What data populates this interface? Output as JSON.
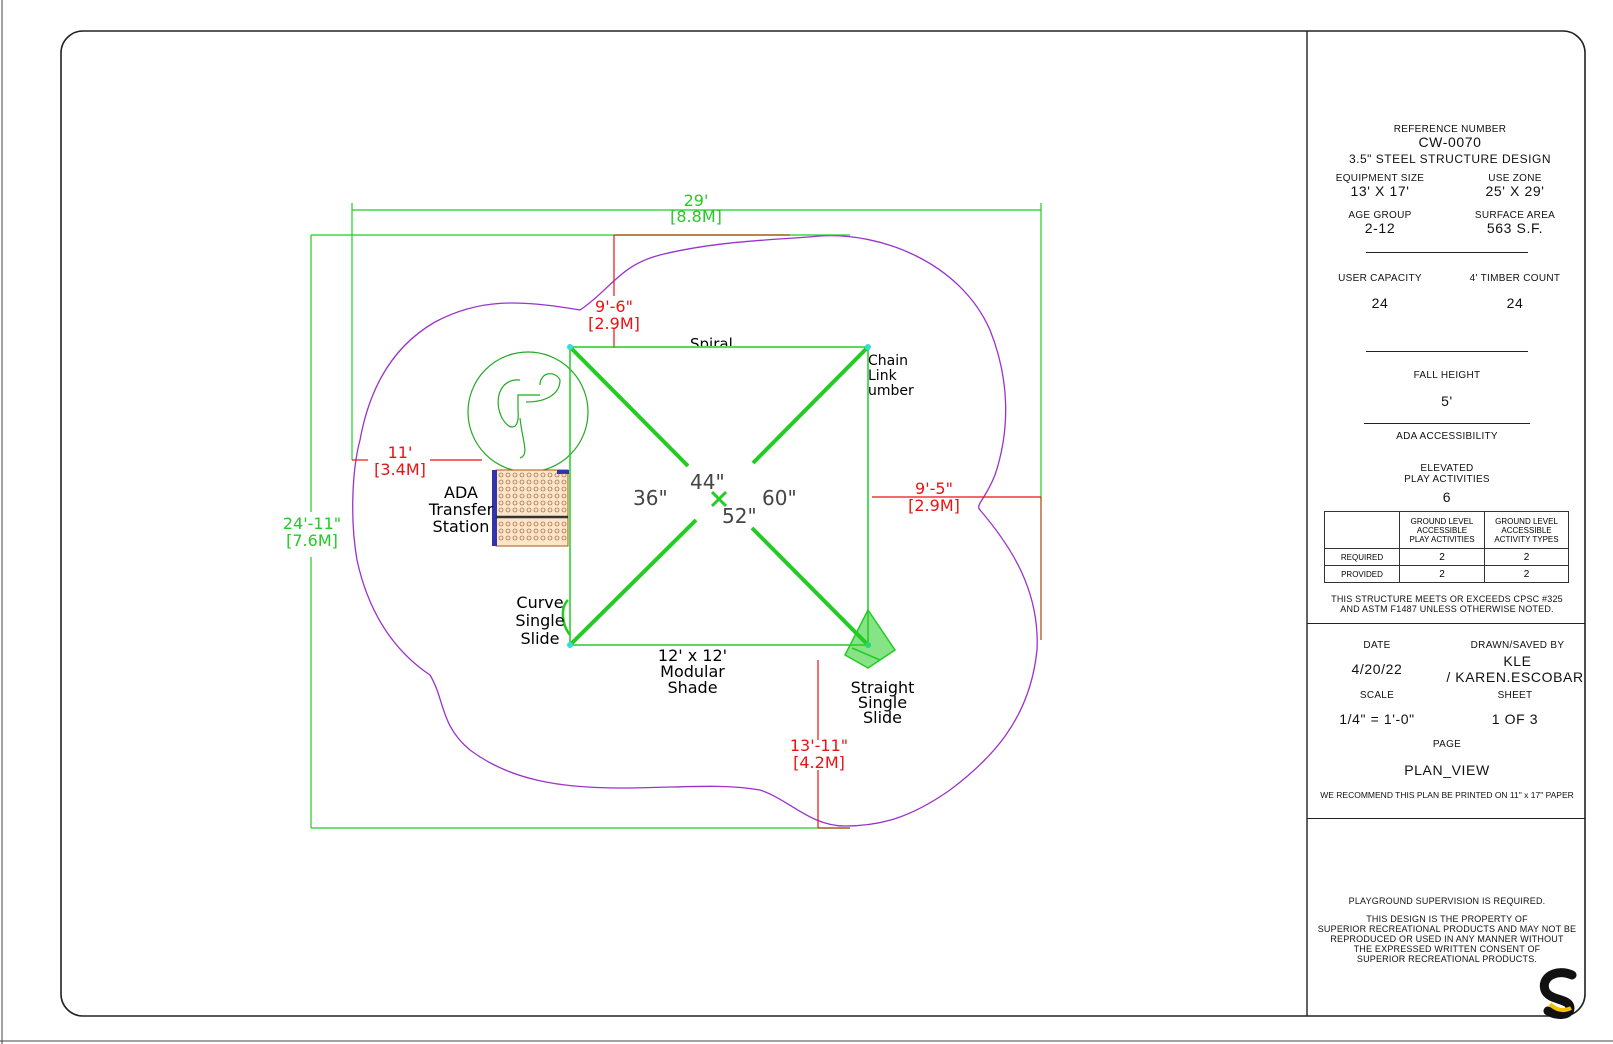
{
  "drawing": {
    "labels": {
      "spiral": "Spiral",
      "chain_link_line1": "Chain",
      "chain_link_line2": "Link",
      "chain_link_line3": "umber",
      "ada_line1": "ADA",
      "ada_line2": "Transfer",
      "ada_line3": "Station",
      "curve_line1": "Curve",
      "curve_line2": "Single",
      "curve_line3": "Slide",
      "shade_line1": "12' x 12'",
      "shade_line2": "Modular",
      "shade_line3": "Shade",
      "straight_line1": "Straight",
      "straight_line2": "Single",
      "straight_line3": "Slide"
    },
    "heights": {
      "h36": "36\"",
      "h44": "44\"",
      "h52": "52\"",
      "h60": "60\""
    },
    "dimensions": {
      "width_ft": "29'",
      "width_m": "[8.8M]",
      "height_ft": "24'-11\"",
      "height_m": "[7.6M]",
      "top_ft": "9'-6\"",
      "top_m": "[2.9M]",
      "left_ft": "11'",
      "left_m": "[3.4M]",
      "right_ft": "9'-5\"",
      "right_m": "[2.9M]",
      "bottom_ft": "13'-11\"",
      "bottom_m": "[4.2M]"
    },
    "colors": {
      "green": "#22cc22",
      "red": "#ee1111",
      "purple": "#9933cc",
      "brown": "#aa4411"
    }
  },
  "title_block": {
    "reference_label": "REFERENCE NUMBER",
    "reference_number": "CW-0070",
    "design": "3.5\" STEEL STRUCTURE DESIGN",
    "equipment_size_label": "EQUIPMENT SIZE",
    "equipment_size": "13' X 17'",
    "use_zone_label": "USE ZONE",
    "use_zone": "25' X 29'",
    "age_group_label": "AGE GROUP",
    "age_group": "2-12",
    "surface_area_label": "SURFACE AREA",
    "surface_area": "563 S.F.",
    "user_capacity_label": "USER CAPACITY",
    "user_capacity": "24",
    "timber_count_label": "4' TIMBER COUNT",
    "timber_count": "24",
    "fall_height_label": "FALL HEIGHT",
    "fall_height": "5'",
    "ada_label": "ADA ACCESSIBILITY",
    "elevated_line1": "ELEVATED",
    "elevated_line2": "PLAY ACTIVITIES",
    "elevated_count": "6",
    "ada_table": {
      "col1_line1": "GROUND LEVEL",
      "col1_line2": "ACCESSIBLE",
      "col1_line3": "PLAY ACTIVITIES",
      "col2_line1": "GROUND LEVEL",
      "col2_line2": "ACCESSIBLE",
      "col2_line3": "ACTIVITY TYPES",
      "rows": [
        {
          "label": "REQUIRED",
          "a": "2",
          "b": "2"
        },
        {
          "label": "PROVIDED",
          "a": "2",
          "b": "2"
        }
      ]
    },
    "standards_line1": "THIS STRUCTURE MEETS OR EXCEEDS CPSC #325",
    "standards_line2": "AND ASTM F1487 UNLESS OTHERWISE NOTED.",
    "date_label": "DATE",
    "date": "4/20/22",
    "drawn_label": "DRAWN/SAVED BY",
    "drawn_by": "KLE",
    "saved_by": "/ KAREN.ESCOBAR",
    "scale_label": "SCALE",
    "scale": "1/4\" = 1'-0\"",
    "sheet_label": "SHEET",
    "sheet": "1  OF  3",
    "page_label": "PAGE",
    "page": "PLAN_VIEW",
    "print_note": "WE RECOMMEND THIS PLAN BE PRINTED ON 11\" x 17\" PAPER",
    "supervision": "PLAYGROUND SUPERVISION IS REQUIRED.",
    "legal_line1": "THIS DESIGN IS THE PROPERTY OF",
    "legal_line2": "SUPERIOR RECREATIONAL PRODUCTS AND MAY NOT BE",
    "legal_line3": "REPRODUCED OR USED IN ANY MANNER WITHOUT",
    "legal_line4": "THE EXPRESSED WRITTEN CONSENT OF",
    "legal_line5": "SUPERIOR RECREATIONAL PRODUCTS."
  }
}
